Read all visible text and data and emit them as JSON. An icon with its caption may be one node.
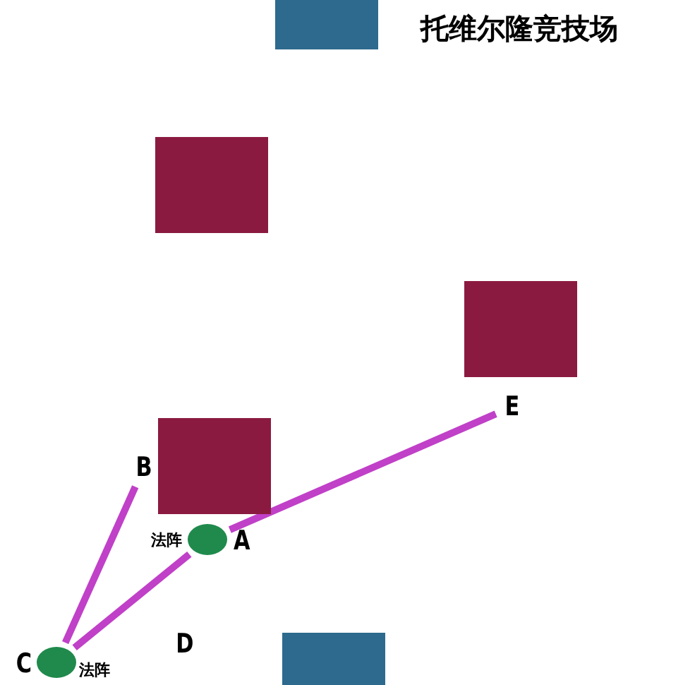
{
  "diagram": {
    "title": "托维尔隆竞技场",
    "nodes": [
      {
        "text": [],
        "shape": "box"
      },
      {
        "text": [],
        "shape": "box"
      },
      {
        "text": [],
        "shape": "box"
      },
      {
        "text": [
          "E"
        ]
      },
      {
        "text": [],
        "shape": "box"
      },
      {
        "text": [
          "B"
        ]
      },
      {
        "text": [],
        "shape": "circle",
        "beside": [
          "法阵",
          "A"
        ]
      },
      {
        "text": [],
        "shape": "box"
      },
      {
        "text": [],
        "shape": "circle",
        "beside": [
          "C",
          "法阵"
        ]
      }
    ],
    "edges": [
      {
        "from": 8,
        "to": 6,
        "arrow": "none"
      },
      {
        "from": 6,
        "to": 3,
        "arrow": "none"
      },
      {
        "from": 8,
        "to": 5,
        "arrow": "none"
      }
    ],
    "labels": [
      "D"
    ]
  }
}
